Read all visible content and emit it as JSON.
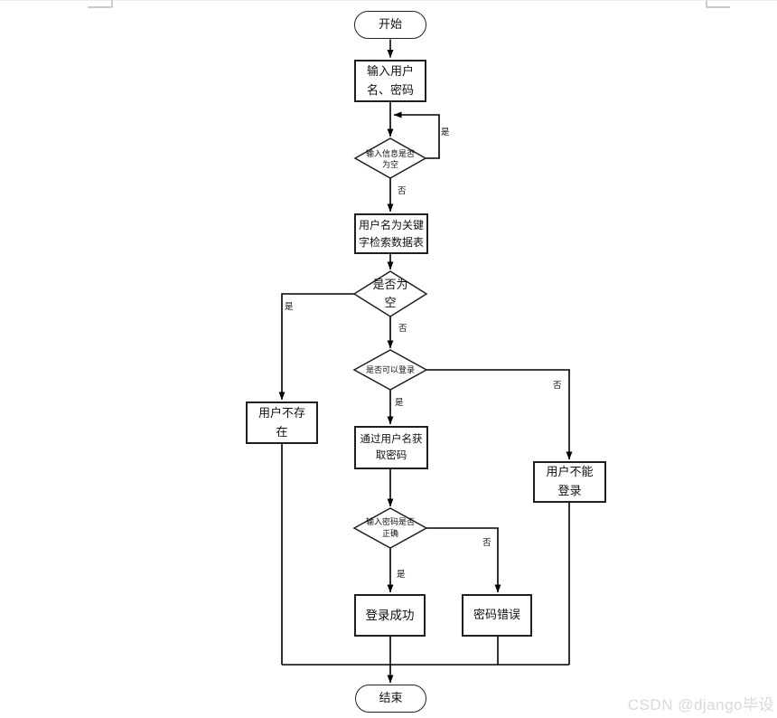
{
  "page": {
    "watermark": "CSDN @django毕设"
  },
  "flowchart": {
    "type": "flowchart",
    "title_meaning": "login process flow",
    "nodes": {
      "start": "开始",
      "input_credentials": "输入用户\n名、密码",
      "check_input_empty": "输入信息是否\n为空",
      "search_table": "用户名为关键\n字检索数据表",
      "is_result_empty": "是否为\n空",
      "can_login": "是否可以登录",
      "user_not_exist": "用户不存\n在",
      "get_password": "通过用户名获\n取密码",
      "user_cannot_login": "用户不能\n登录",
      "password_correct": "输入密码是否\n正确",
      "login_success": "登录成功",
      "password_error": "密码错误",
      "end": "结束"
    },
    "edge_labels": {
      "input_empty_yes": "是",
      "input_empty_no": "否",
      "result_empty_yes": "是",
      "result_empty_no": "否",
      "can_login_yes": "是",
      "can_login_no": "否",
      "password_yes": "是",
      "password_no": "否"
    },
    "colors": {
      "line": "#000000",
      "node_border": "#1f1f1f",
      "node_fill": "#ffffff",
      "watermark": "#d9d9d9",
      "corner_mark": "#ababab"
    }
  }
}
